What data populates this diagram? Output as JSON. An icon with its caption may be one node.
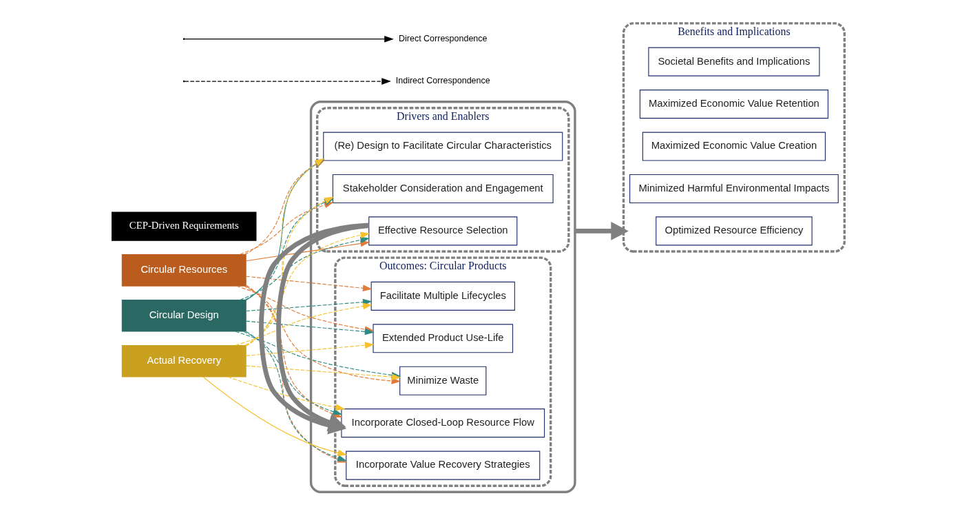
{
  "diagram": {
    "nodes": [
      {
        "text": [
          "CEP-Driven Requirements"
        ]
      },
      {
        "text": [
          "Circular Resources"
        ]
      },
      {
        "text": [
          "Circular Design"
        ]
      },
      {
        "text": [
          "Actual Recovery"
        ]
      },
      {
        "text": [],
        "shape": "box"
      },
      {
        "text": [
          "Drivers and Enablers"
        ],
        "in": 4
      },
      {
        "text": [
          "Effective Resource Selection"
        ],
        "in": 5
      },
      {
        "text": [
          "(Re) Design to Facilitate Circular Characteristics"
        ],
        "in": 5
      },
      {
        "text": [
          "Stakeholder Consideration and Engagement"
        ],
        "in": 5
      },
      {
        "text": [
          "Outcomes: Circular Products"
        ],
        "in": 4
      },
      {
        "text": [
          "Incorporate Closed-Loop Resource Flow"
        ],
        "in": 9
      },
      {
        "text": [
          "Extended Product Use-Life"
        ],
        "in": 9
      },
      {
        "text": [
          "Incorporate Value Recovery Strategies"
        ],
        "in": 9
      },
      {
        "text": [
          "Facilitate Multiple Lifecycles"
        ],
        "in": 9
      },
      {
        "text": [
          "Minimize Waste"
        ],
        "in": 9
      },
      {
        "text": [
          "Benefits and Implications"
        ]
      },
      {
        "text": [
          "Optimized Resource Efficiency"
        ],
        "in": 15
      },
      {
        "text": [
          "Minimized Harmful Environmental Impacts"
        ],
        "in": 15
      },
      {
        "text": [
          "Maximized Economic Value Creation"
        ],
        "in": 15
      },
      {
        "text": [
          "Maximized Economic Value Retention"
        ],
        "in": 15
      },
      {
        "text": [
          "Societal Benefits and Implications"
        ],
        "in": 15
      }
    ],
    "edges": [
      {
        "from": 1,
        "to": 6,
        "arrow": "to",
        "color": "#e07b39"
      },
      {
        "from": 1,
        "to": 7,
        "arrow": "to",
        "style": "dashed",
        "color": "#e07b39"
      },
      {
        "from": 1,
        "to": 8,
        "arrow": "to",
        "style": "dashed",
        "color": "#e07b39"
      },
      {
        "from": 1,
        "to": 10,
        "arrow": "to",
        "style": "dashed",
        "color": "#e07b39"
      },
      {
        "from": 1,
        "to": 11,
        "arrow": "to",
        "style": "dashed",
        "color": "#e07b39"
      },
      {
        "from": 1,
        "to": 12,
        "arrow": "to",
        "style": "dashed",
        "color": "#e07b39"
      },
      {
        "from": 1,
        "to": 13,
        "arrow": "to",
        "style": "dashed",
        "color": "#e07b39"
      },
      {
        "from": 1,
        "to": 14,
        "arrow": "to",
        "style": "dashed",
        "color": "#e07b39"
      },
      {
        "from": 2,
        "to": 6,
        "arrow": "to",
        "style": "dashed",
        "color": "#2e8b84"
      },
      {
        "from": 2,
        "to": 7,
        "arrow": "to",
        "color": "#2e8b84"
      },
      {
        "from": 2,
        "to": 8,
        "arrow": "to",
        "style": "dashed",
        "color": "#2e8b84"
      },
      {
        "from": 2,
        "to": 10,
        "arrow": "to",
        "style": "dashed",
        "color": "#2e8b84"
      },
      {
        "from": 2,
        "to": 11,
        "arrow": "to",
        "style": "dashed",
        "color": "#2e8b84"
      },
      {
        "from": 2,
        "to": 12,
        "arrow": "to",
        "style": "dashed",
        "color": "#2e8b84"
      },
      {
        "from": 2,
        "to": 13,
        "arrow": "to",
        "style": "dashed",
        "color": "#2e8b84"
      },
      {
        "from": 2,
        "to": 14,
        "arrow": "to",
        "style": "dashed",
        "color": "#2e8b84"
      },
      {
        "from": 3,
        "to": 6,
        "arrow": "to",
        "style": "dashed",
        "color": "#f5c12e"
      },
      {
        "from": 3,
        "to": 7,
        "arrow": "to",
        "style": "dashed",
        "color": "#f5c12e"
      },
      {
        "from": 3,
        "to": 8,
        "arrow": "to",
        "style": "dashed",
        "color": "#f5c12e"
      },
      {
        "from": 3,
        "to": 10,
        "arrow": "to",
        "style": "dashed",
        "color": "#f5c12e"
      },
      {
        "from": 3,
        "to": 11,
        "arrow": "to",
        "style": "dashed",
        "color": "#f5c12e"
      },
      {
        "from": 3,
        "to": 12,
        "arrow": "to",
        "color": "#f5c12e"
      },
      {
        "from": 3,
        "to": 13,
        "arrow": "to",
        "style": "dashed",
        "color": "#f5c12e"
      },
      {
        "from": 3,
        "to": 14,
        "arrow": "to",
        "style": "dashed",
        "color": "#f5c12e"
      },
      {
        "from": 5,
        "to": 9,
        "arrow": "to",
        "style": "thick",
        "color": "#808080"
      },
      {
        "from": 4,
        "to": 15,
        "arrow": "to",
        "style": "thick",
        "color": "#808080"
      }
    ],
    "legend": [
      {
        "text": "Direct Correspondence"
      },
      {
        "text": "Indirect Correspondence"
      }
    ]
  }
}
